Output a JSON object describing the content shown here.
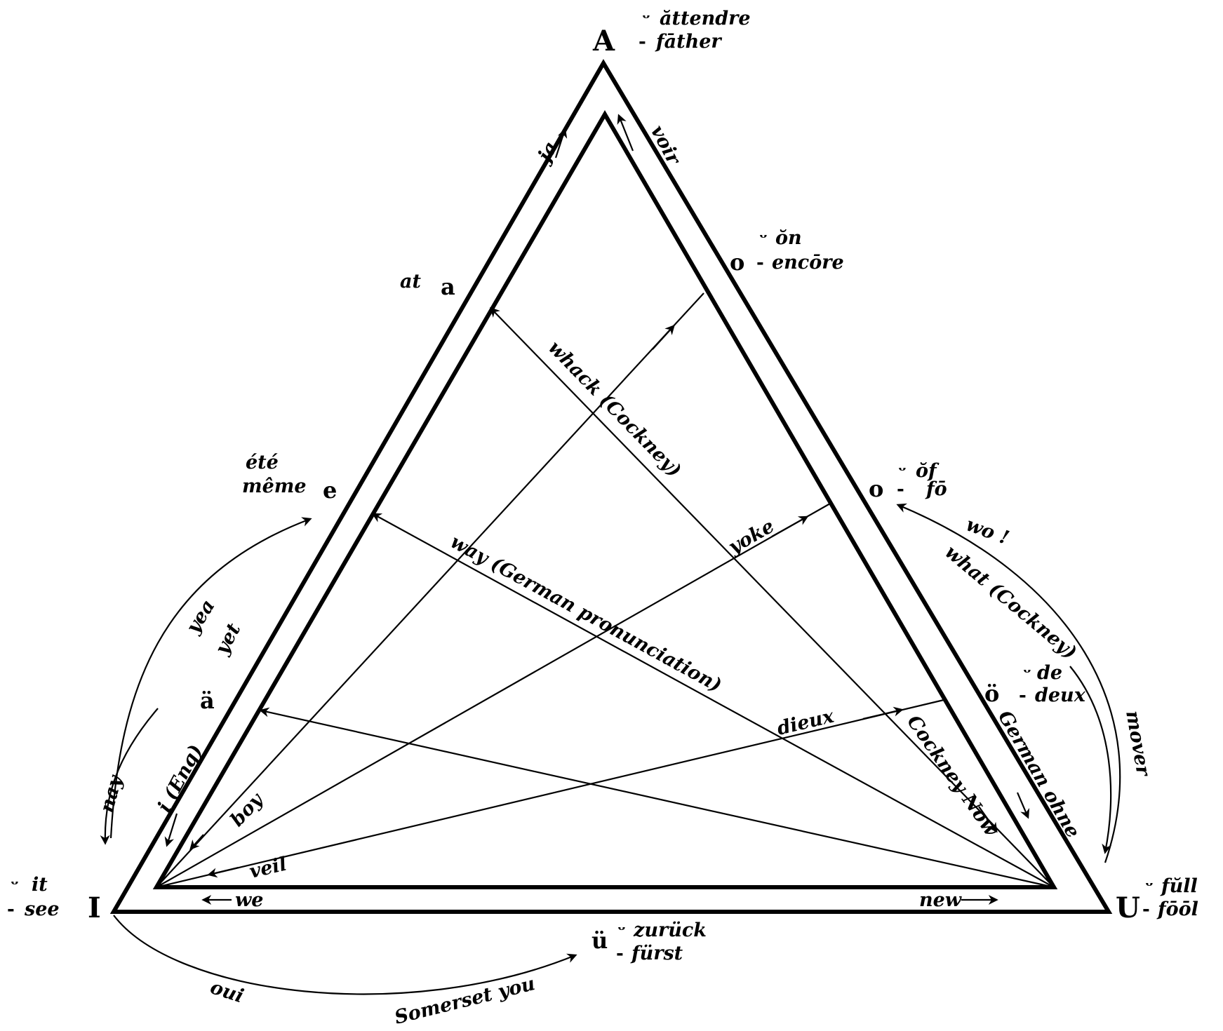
{
  "vertices": {
    "A": "A",
    "a": "a",
    "e": "e",
    "a_uml": "ä",
    "I": "I",
    "U": "U",
    "o_open": "o",
    "o_close": "o",
    "o_uml": "ö",
    "u_uml": "ü"
  },
  "prefixes": {
    "short": "ᵕ",
    "long": "-",
    "a_at": "at"
  },
  "examples": {
    "A_short": "ăttendre",
    "A_long": "fāther",
    "o_open_short": "ŏn",
    "o_open_long": "encōre",
    "o_close_short": "ŏf",
    "o_close_long": "fō",
    "o_uml_short": "de",
    "o_uml_long": "deux",
    "U_short": "fŭll",
    "U_long": "fōōl",
    "u_uml_short": "zurück",
    "u_uml_long": "fürst",
    "I_short": "it",
    "I_long": "see",
    "e_line1": "été",
    "e_line2": "même"
  },
  "route_labels": {
    "ja": "ja",
    "voir": "voir",
    "whack": "whack (Cockney)",
    "way": "way (German pronunciation)",
    "yoke": "yoke",
    "dieux": "dieux",
    "cockney_now": "Cockney Now",
    "german_ohne": "German ohne",
    "boy": "boy",
    "veil": "veil",
    "we": "we",
    "new": "new",
    "i_eng": "i (Eng)",
    "yea": "yea",
    "yet": "yet",
    "nay": "nay",
    "wo": "wo !",
    "what": "what (Cockney)",
    "mover": "mover",
    "oui": "oui",
    "somerset": "Somerset you"
  }
}
